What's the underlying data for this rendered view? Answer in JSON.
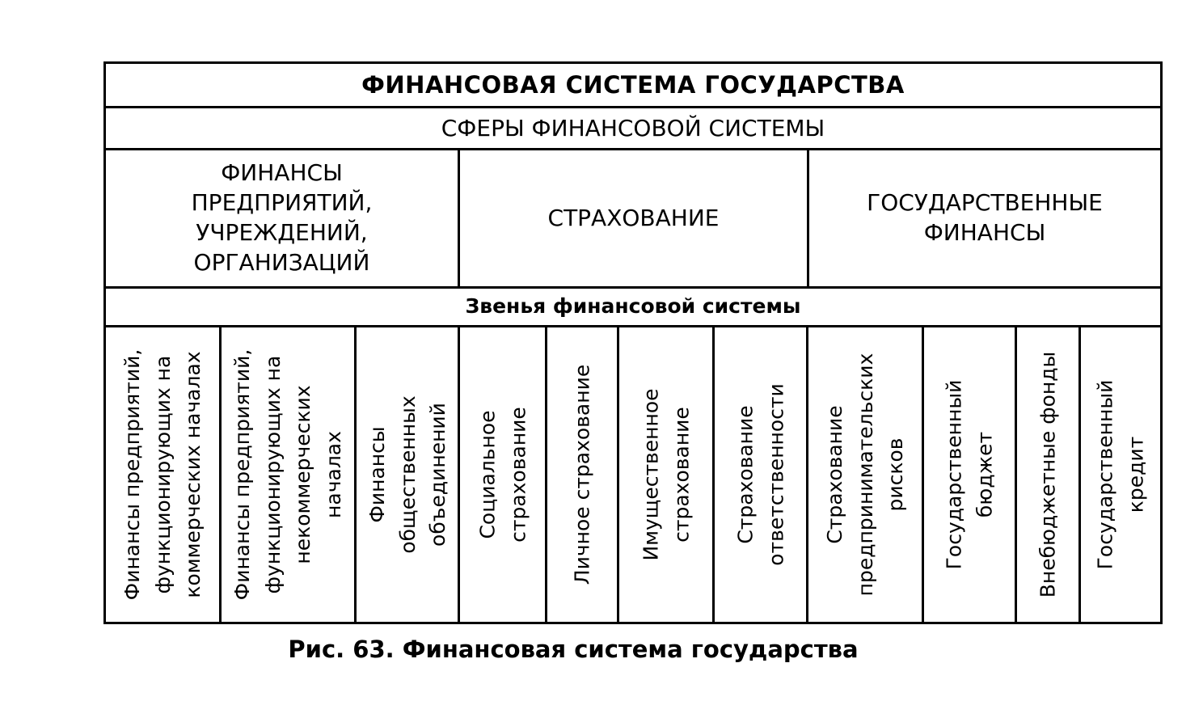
{
  "diagram": {
    "title": "ФИНАНСОВАЯ СИСТЕМА ГОСУДАРСТВА",
    "spheres_header": "СФЕРЫ ФИНАНСОВОЙ СИСТЕМЫ",
    "spheres": [
      "ФИНАНСЫ\nПРЕДПРИЯТИЙ,\nУЧРЕЖДЕНИЙ,\nОРГАНИЗАЦИЙ",
      "СТРАХОВАНИЕ",
      "ГОСУДАРСТВЕННЫЕ\nФИНАНСЫ"
    ],
    "links_header": "Звенья финансовой системы",
    "links": [
      "Финансы предприятий,\nфункционирующих на\nкоммерческих началах",
      "Финансы предприятий,\nфункционирующих на\nнекоммерческих\nначалах",
      "Финансы\nобщественных\nобъединений",
      "Социальное\nстрахование",
      "Личное страхование",
      "Имущественное\nстрахование",
      "Страхование\nответственности",
      "Страхование\nпредпринимательских\nрисков",
      "Государственный\nбюджет",
      "Внебюджетные фонды",
      "Государственный\nкредит"
    ]
  },
  "caption": "Рис. 63. Финансовая система государства"
}
